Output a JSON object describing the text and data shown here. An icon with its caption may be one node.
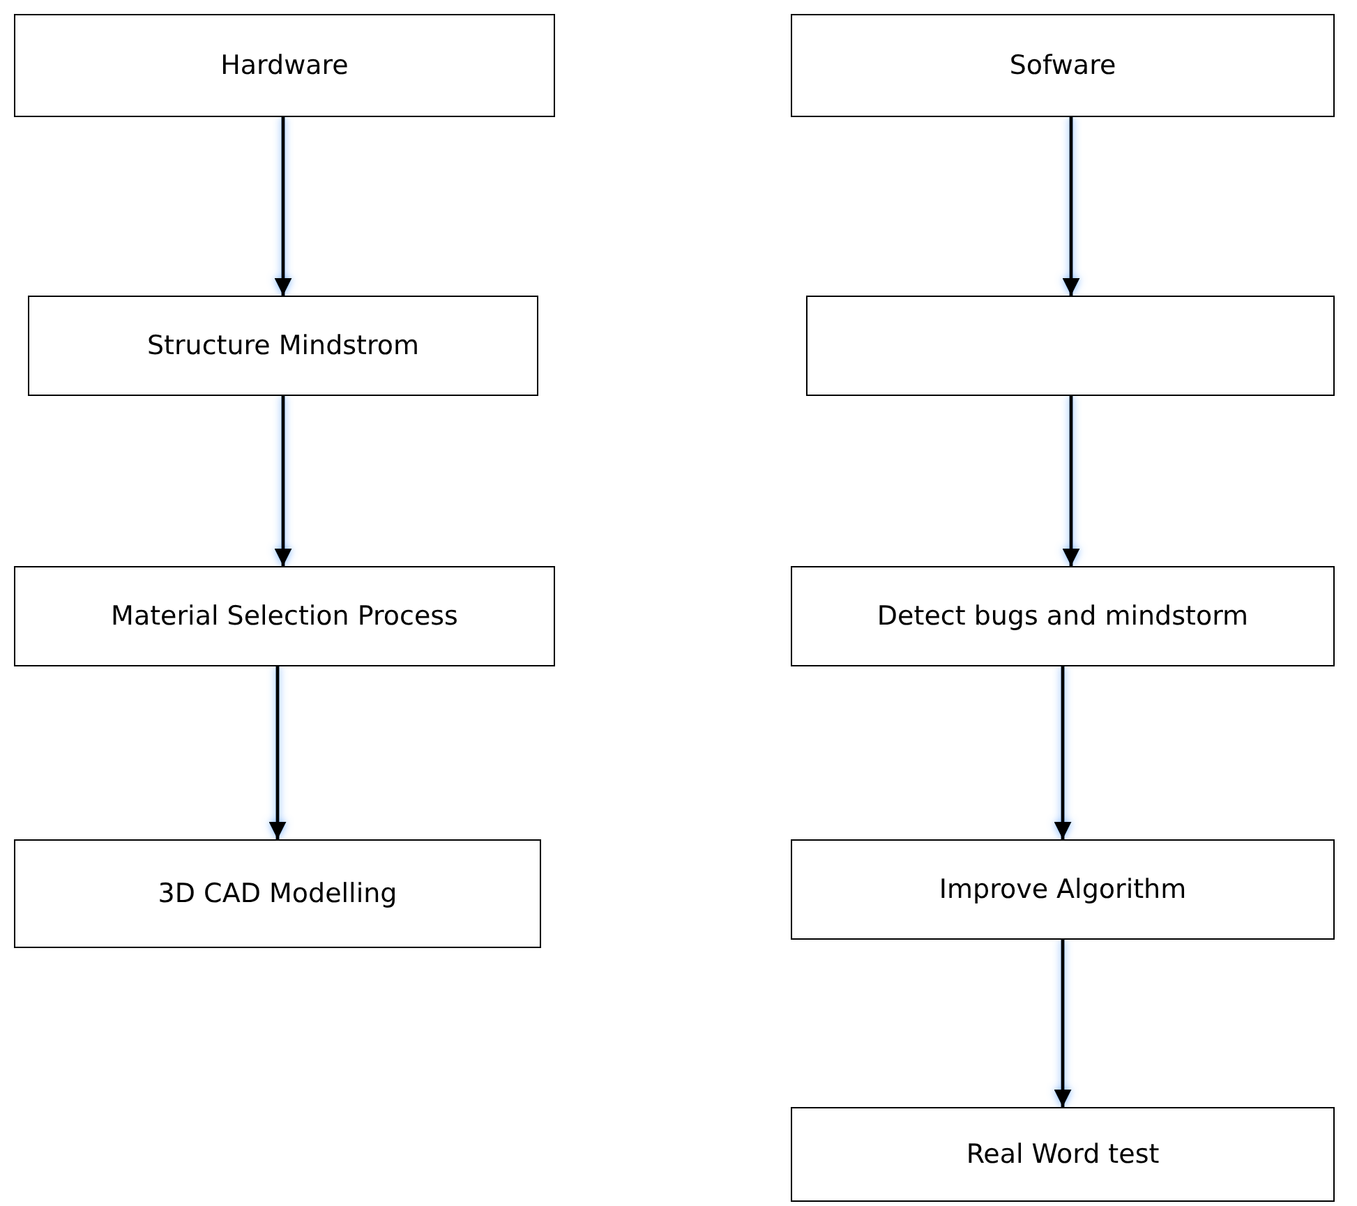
{
  "diagram": {
    "nodes": [
      {
        "text": [
          "Hardware"
        ]
      },
      {
        "text": [
          "Structure Mindstrom"
        ]
      },
      {
        "text": [
          "Material Selection Process"
        ]
      },
      {
        "text": [
          "3D CAD Modelling"
        ]
      },
      {
        "text": [
          "Sofware"
        ]
      },
      {
        "text": [],
        "shape": "box"
      },
      {
        "text": [
          "Detect bugs and mindstorm"
        ]
      },
      {
        "text": [
          "Improve Algorithm"
        ]
      },
      {
        "text": [
          "Real Word test"
        ]
      }
    ],
    "edges": [
      {
        "from": 0,
        "to": 1,
        "arrow": "to"
      },
      {
        "from": 1,
        "to": 2,
        "arrow": "to"
      },
      {
        "from": 2,
        "to": 3,
        "arrow": "to"
      },
      {
        "from": 4,
        "to": 5,
        "arrow": "to"
      },
      {
        "from": 5,
        "to": 6,
        "arrow": "to"
      },
      {
        "from": 6,
        "to": 7,
        "arrow": "to"
      },
      {
        "from": 7,
        "to": 8,
        "arrow": "to"
      }
    ]
  }
}
